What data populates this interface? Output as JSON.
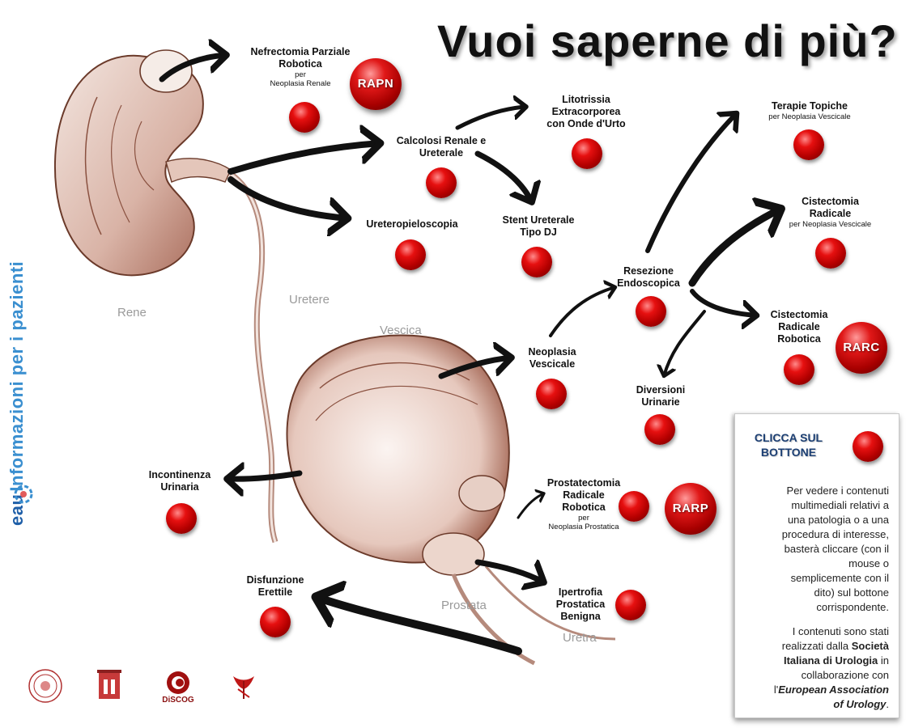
{
  "title": "Vuoi saperne di più?",
  "sidebar": {
    "brand": "eau",
    "text": "Informazioni per i pazienti"
  },
  "organs": {
    "rene": "Rene",
    "uretere": "Uretere",
    "vescica": "Vescica",
    "prostata": "Prostata",
    "uretra": "Uretra"
  },
  "items": {
    "nefrectomia": {
      "title1": "Nefrectomia Parziale",
      "title2": "Robotica",
      "sub1": "per",
      "sub2": "Neoplasia Renale"
    },
    "calcolosi": {
      "title1": "Calcolosi Renale e",
      "title2": "Ureterale"
    },
    "litotrissia": {
      "title1": "Litotrissia",
      "title2": "Extracorporea",
      "title3": "con Onde d'Urto"
    },
    "ureteropieloscopia": {
      "title1": "Ureteropieloscopia"
    },
    "stent": {
      "title1": "Stent Ureterale",
      "title2": "Tipo DJ"
    },
    "terapie": {
      "title1": "Terapie Topiche",
      "sub1": "per Neoplasia Vescicale"
    },
    "cistectomia": {
      "title1": "Cistectomia",
      "title2": "Radicale",
      "sub1": "per Neoplasia Vescicale"
    },
    "resezione": {
      "title1": "Resezione",
      "title2": "Endoscopica"
    },
    "cistectomia_robotica": {
      "title1": "Cistectomia",
      "title2": "Radicale",
      "title3": "Robotica"
    },
    "neoplasia": {
      "title1": "Neoplasia",
      "title2": "Vescicale"
    },
    "diversioni": {
      "title1": "Diversioni",
      "title2": "Urinarie"
    },
    "incontinenza": {
      "title1": "Incontinenza",
      "title2": "Urinaria"
    },
    "prostatectomia": {
      "title1": "Prostatectomia",
      "title2": "Radicale",
      "title3": "Robotica",
      "sub1": "per",
      "sub2": "Neoplasia Prostatica"
    },
    "ipertrofia": {
      "title1": "Ipertrofia",
      "title2": "Prostatica",
      "title3": "Benigna"
    },
    "disfunzione": {
      "title1": "Disfunzione",
      "title2": "Erettile"
    }
  },
  "big_buttons": {
    "rapn": "RAPN",
    "rarc": "RARC",
    "rarp": "RARP"
  },
  "infobox": {
    "cta1": "CLICCA SUL",
    "cta2": "BOTTONE",
    "p1_lines": [
      "Per vedere i contenuti",
      "multimediali relativi a",
      "una patologia o a una",
      "procedura di interesse,",
      "basterà cliccare (con il",
      "mouse o",
      "semplicemente con il",
      "dito) sul bottone",
      "corrispondente."
    ],
    "p2_l1": "I contenuti sono stati",
    "p2_l2a": "realizzati dalla ",
    "p2_l2b": "Società",
    "p2_l3a": "Italiana di Urologia",
    "p2_l3b": " in",
    "p2_l4": "collaborazione con",
    "p2_l5a": "l'",
    "p2_l5b": "European Association",
    "p2_l6a": "of Urology",
    "p2_l6b": "."
  },
  "logos": {
    "discog": "DiSCOG"
  },
  "colors": {
    "button_red": "#d40000",
    "arrow": "#111111",
    "sidebar_blue": "#3a8fd0",
    "cta_navy": "#1c3f73",
    "organ_line": "#6b3a2a"
  }
}
